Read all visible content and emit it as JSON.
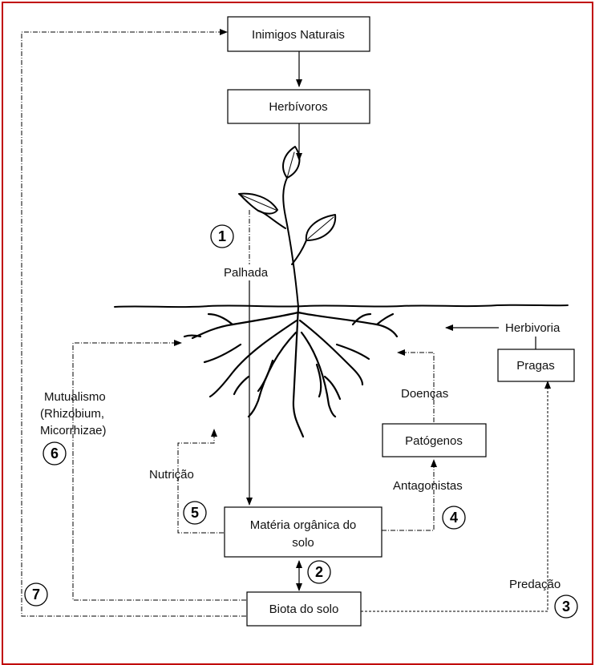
{
  "boxes": {
    "natural_enemies": "Inimigos Naturais",
    "herbivores": "Herbívoros",
    "pests": "Pragas",
    "pathogens": "Patógenos",
    "organic_matter_line1": "Matéria orgânica do",
    "organic_matter_line2": "solo",
    "soil_biota": "Biota do solo"
  },
  "labels": {
    "straw": "Palhada",
    "herbivory": "Herbivoria",
    "diseases": "Doenças",
    "antagonists": "Antagonistas",
    "nutrition": "Nutrição",
    "mutualism_line1": "Mutualismo",
    "mutualism_line2": "(Rhizobium,",
    "mutualism_line3": "Micorrhizae)",
    "predation": "Predação"
  },
  "numbers": [
    "1",
    "2",
    "3",
    "4",
    "5",
    "6",
    "7"
  ],
  "colors": {
    "frame": "#c00000",
    "line": "#000000"
  }
}
